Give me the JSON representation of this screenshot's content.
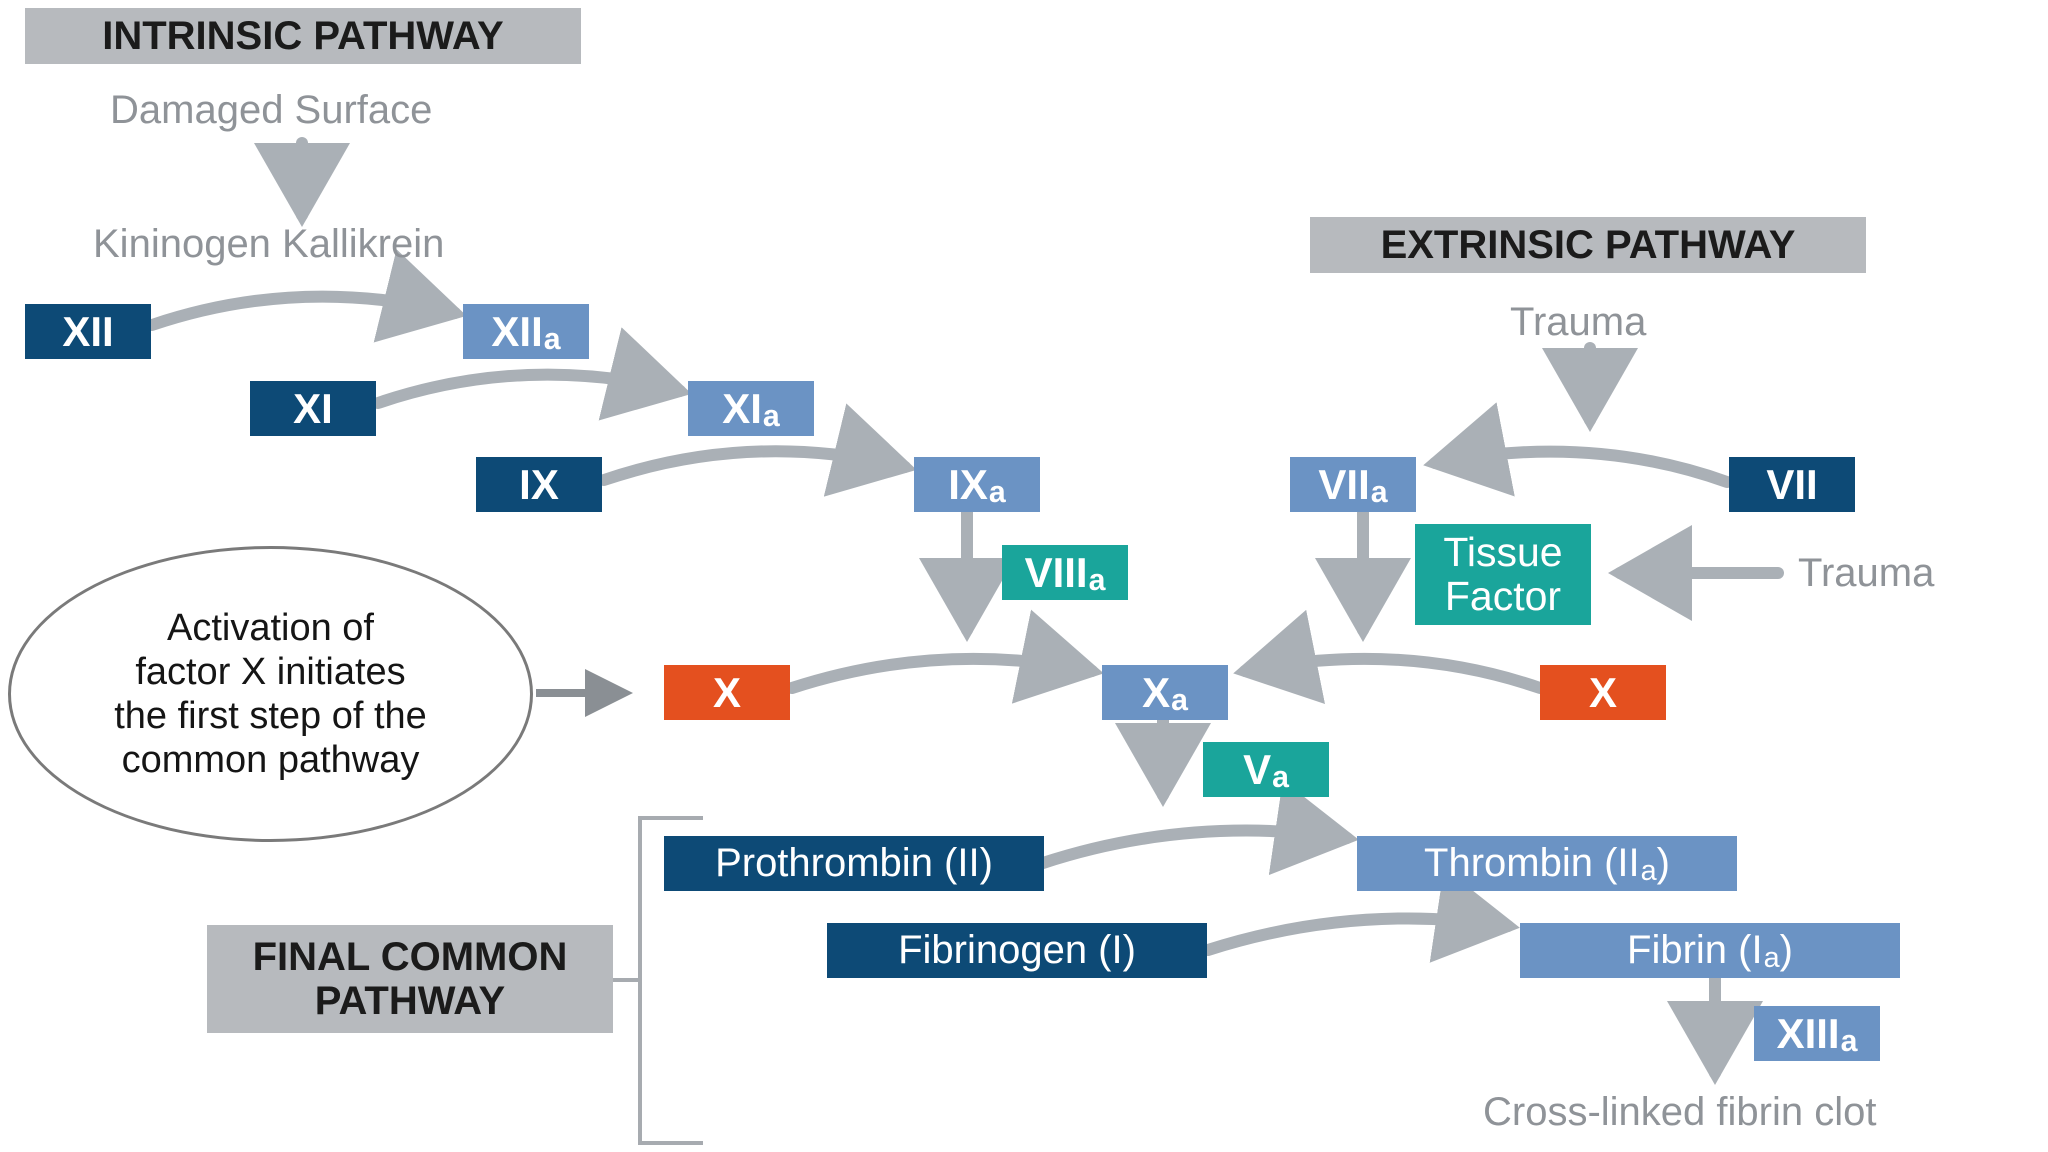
{
  "intrinsic": {
    "header": "INTRINSIC PATHWAY",
    "damaged_surface": "Damaged Surface",
    "kininogen": "Kininogen Kallikrein",
    "xii": "XII",
    "xiia": "XII",
    "xi": "XI",
    "xia": "XI",
    "ix": "IX",
    "ixa": "IX",
    "viiia": "VIII"
  },
  "extrinsic": {
    "header": "EXTRINSIC PATHWAY",
    "trauma_top": "Trauma",
    "vii": "VII",
    "viia": "VII",
    "tissue_factor_line1": "Tissue",
    "tissue_factor_line2": "Factor",
    "trauma_right": "Trauma"
  },
  "common": {
    "x_left": "X",
    "x_right": "X",
    "xa": "X",
    "va": "V",
    "prothrombin": "Prothrombin (II)",
    "thrombin": "Thrombin (II",
    "fibrinogen": "Fibrinogen (I)",
    "fibrin": "Fibrin (I",
    "xiiia": "XIII",
    "clot": "Cross-linked fibrin clot",
    "header_line1": "FINAL COMMON",
    "header_line2": "PATHWAY",
    "subscript": "a",
    "close_paren": ")"
  },
  "callout": {
    "line1": "Activation of",
    "line2": "factor X initiates",
    "line3": "the first step of the",
    "line4": "common pathway"
  },
  "colors": {
    "dark_blue": "#0d4a76",
    "light_blue": "#6b93c4",
    "teal": "#1aa59b",
    "orange": "#e4501f",
    "gray": "#b7babe"
  }
}
